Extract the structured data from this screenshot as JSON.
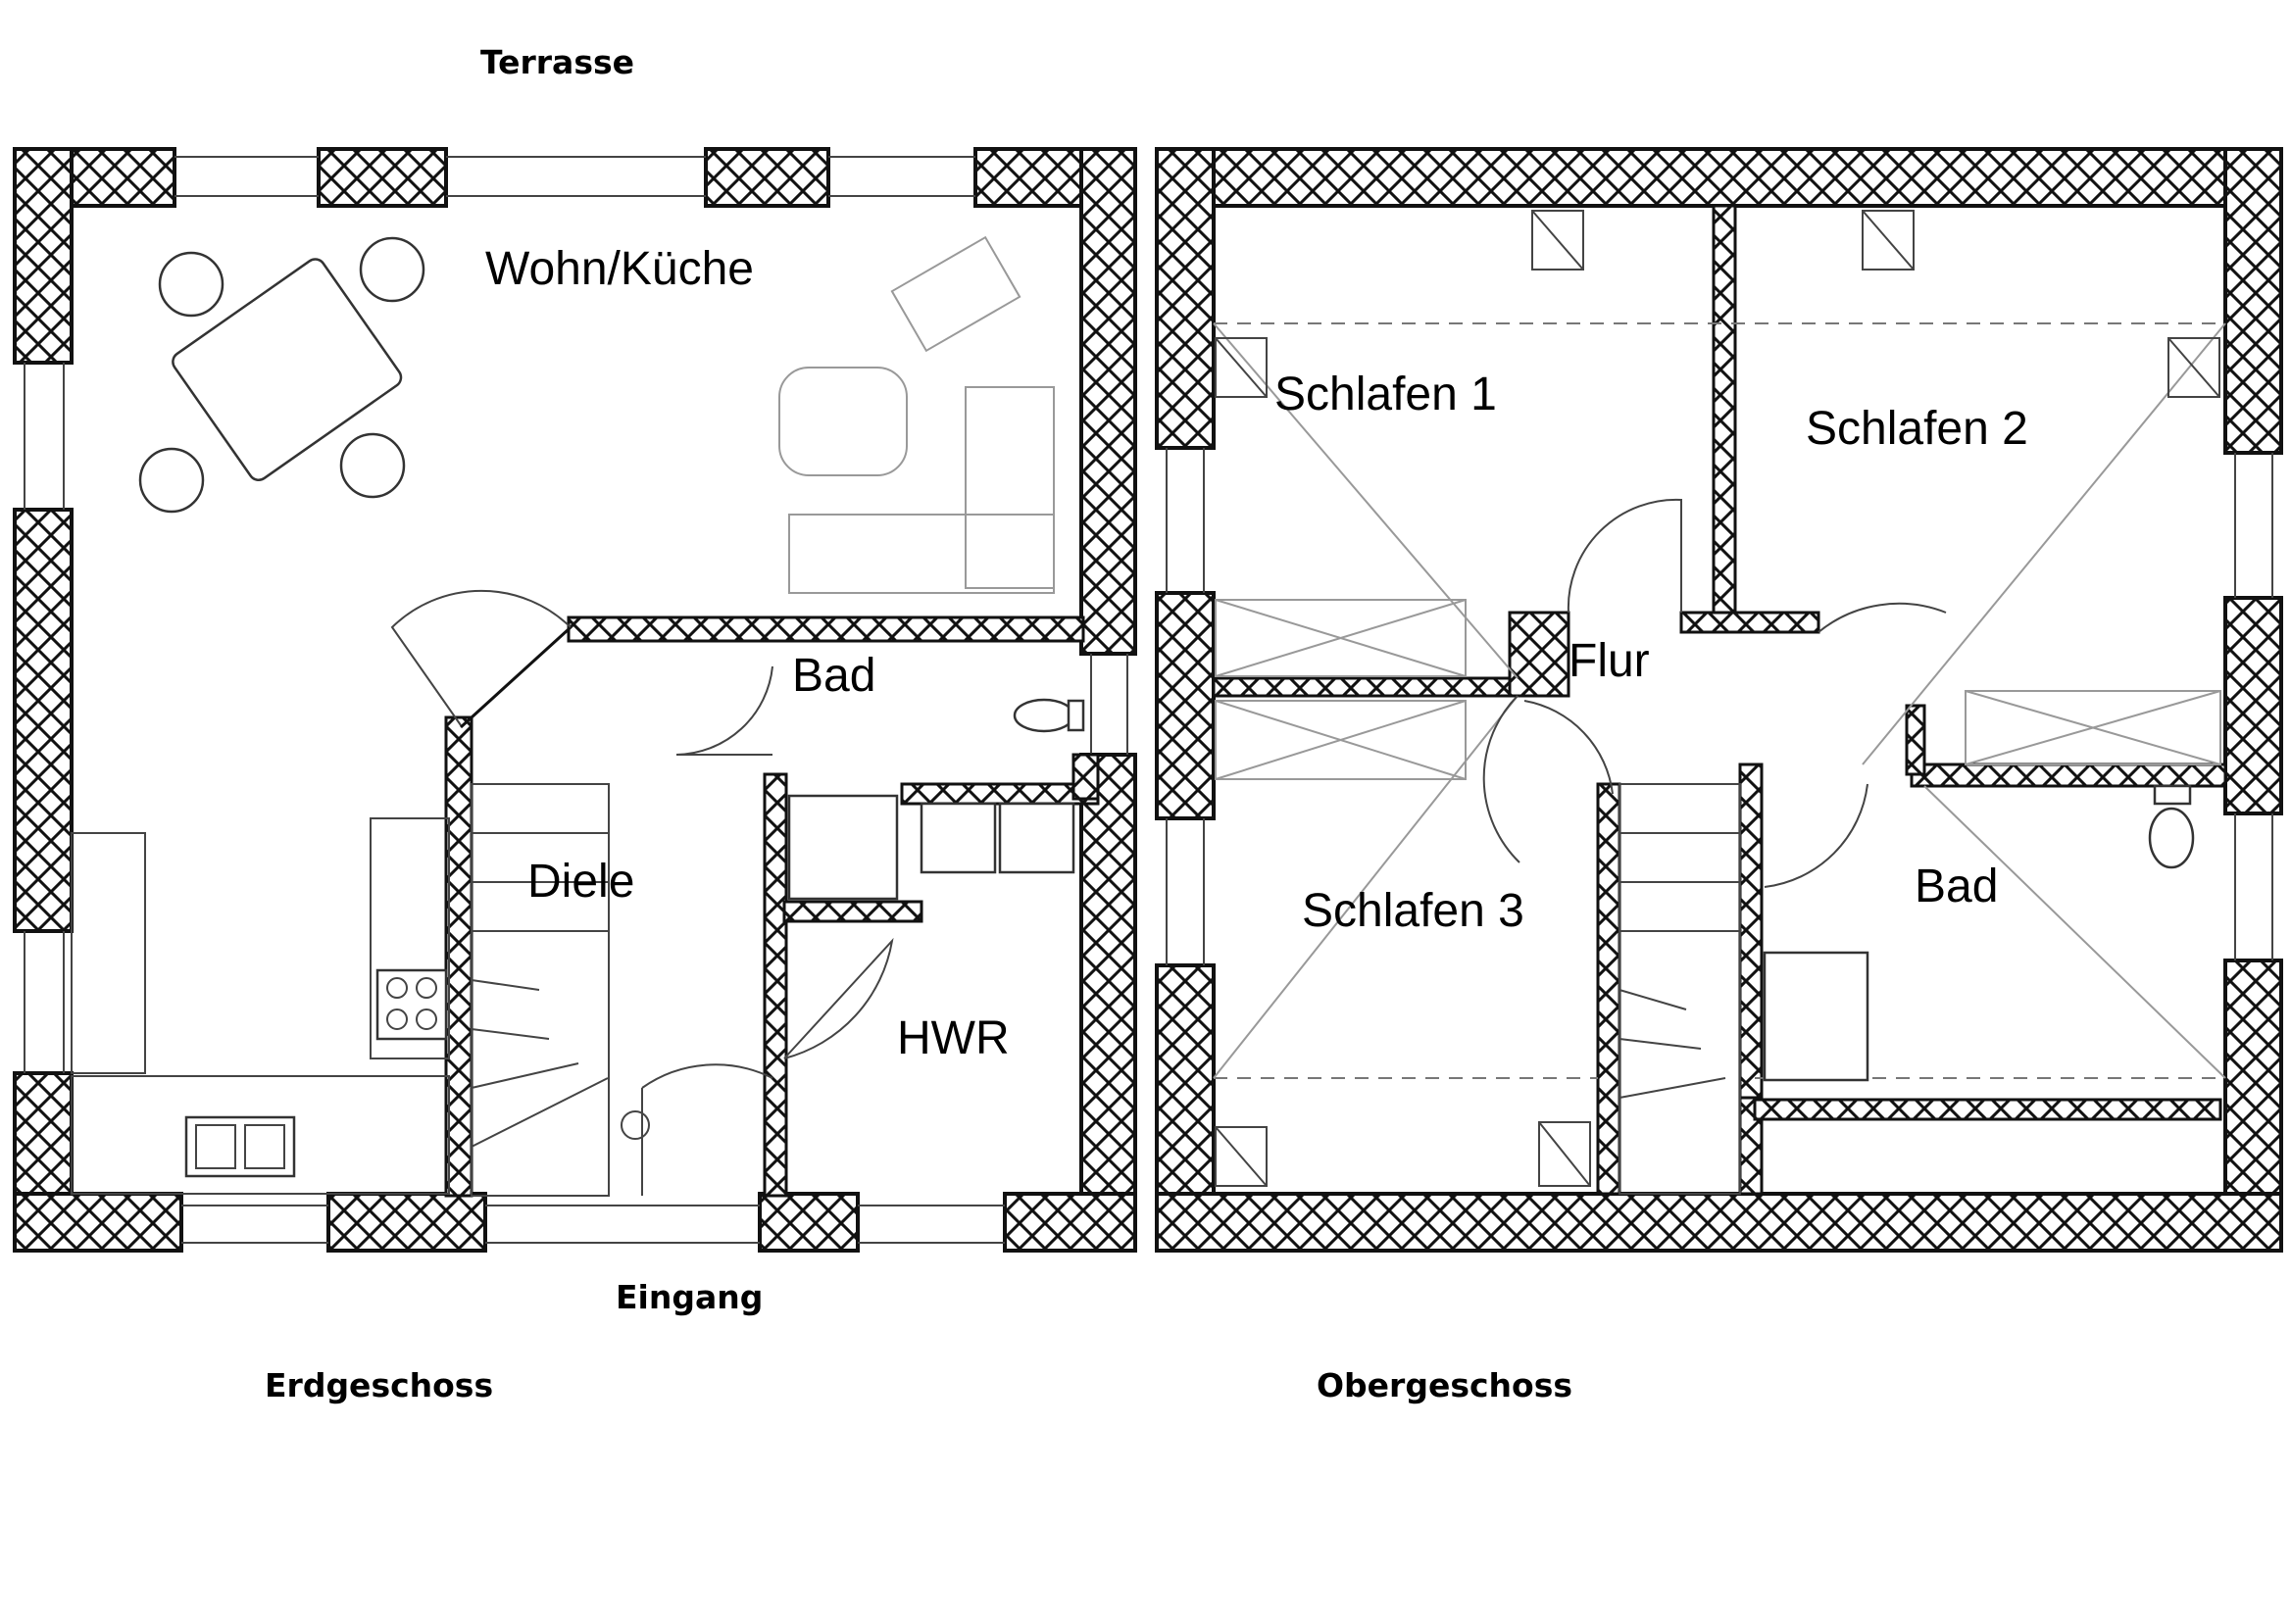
{
  "labels": {
    "terrace": "Terrasse",
    "entrance": "Eingang",
    "ground_floor": "Erdgeschoss",
    "upper_floor": "Obergeschoss"
  },
  "ground_floor_rooms": {
    "living_kitchen": "Wohn/Küche",
    "bath": "Bad",
    "hall": "Diele",
    "utility": "HWR"
  },
  "upper_floor_rooms": {
    "bedroom1": "Schlafen 1",
    "bedroom2": "Schlafen 2",
    "corridor": "Flur",
    "bedroom3": "Schlafen 3",
    "bath": "Bad"
  }
}
